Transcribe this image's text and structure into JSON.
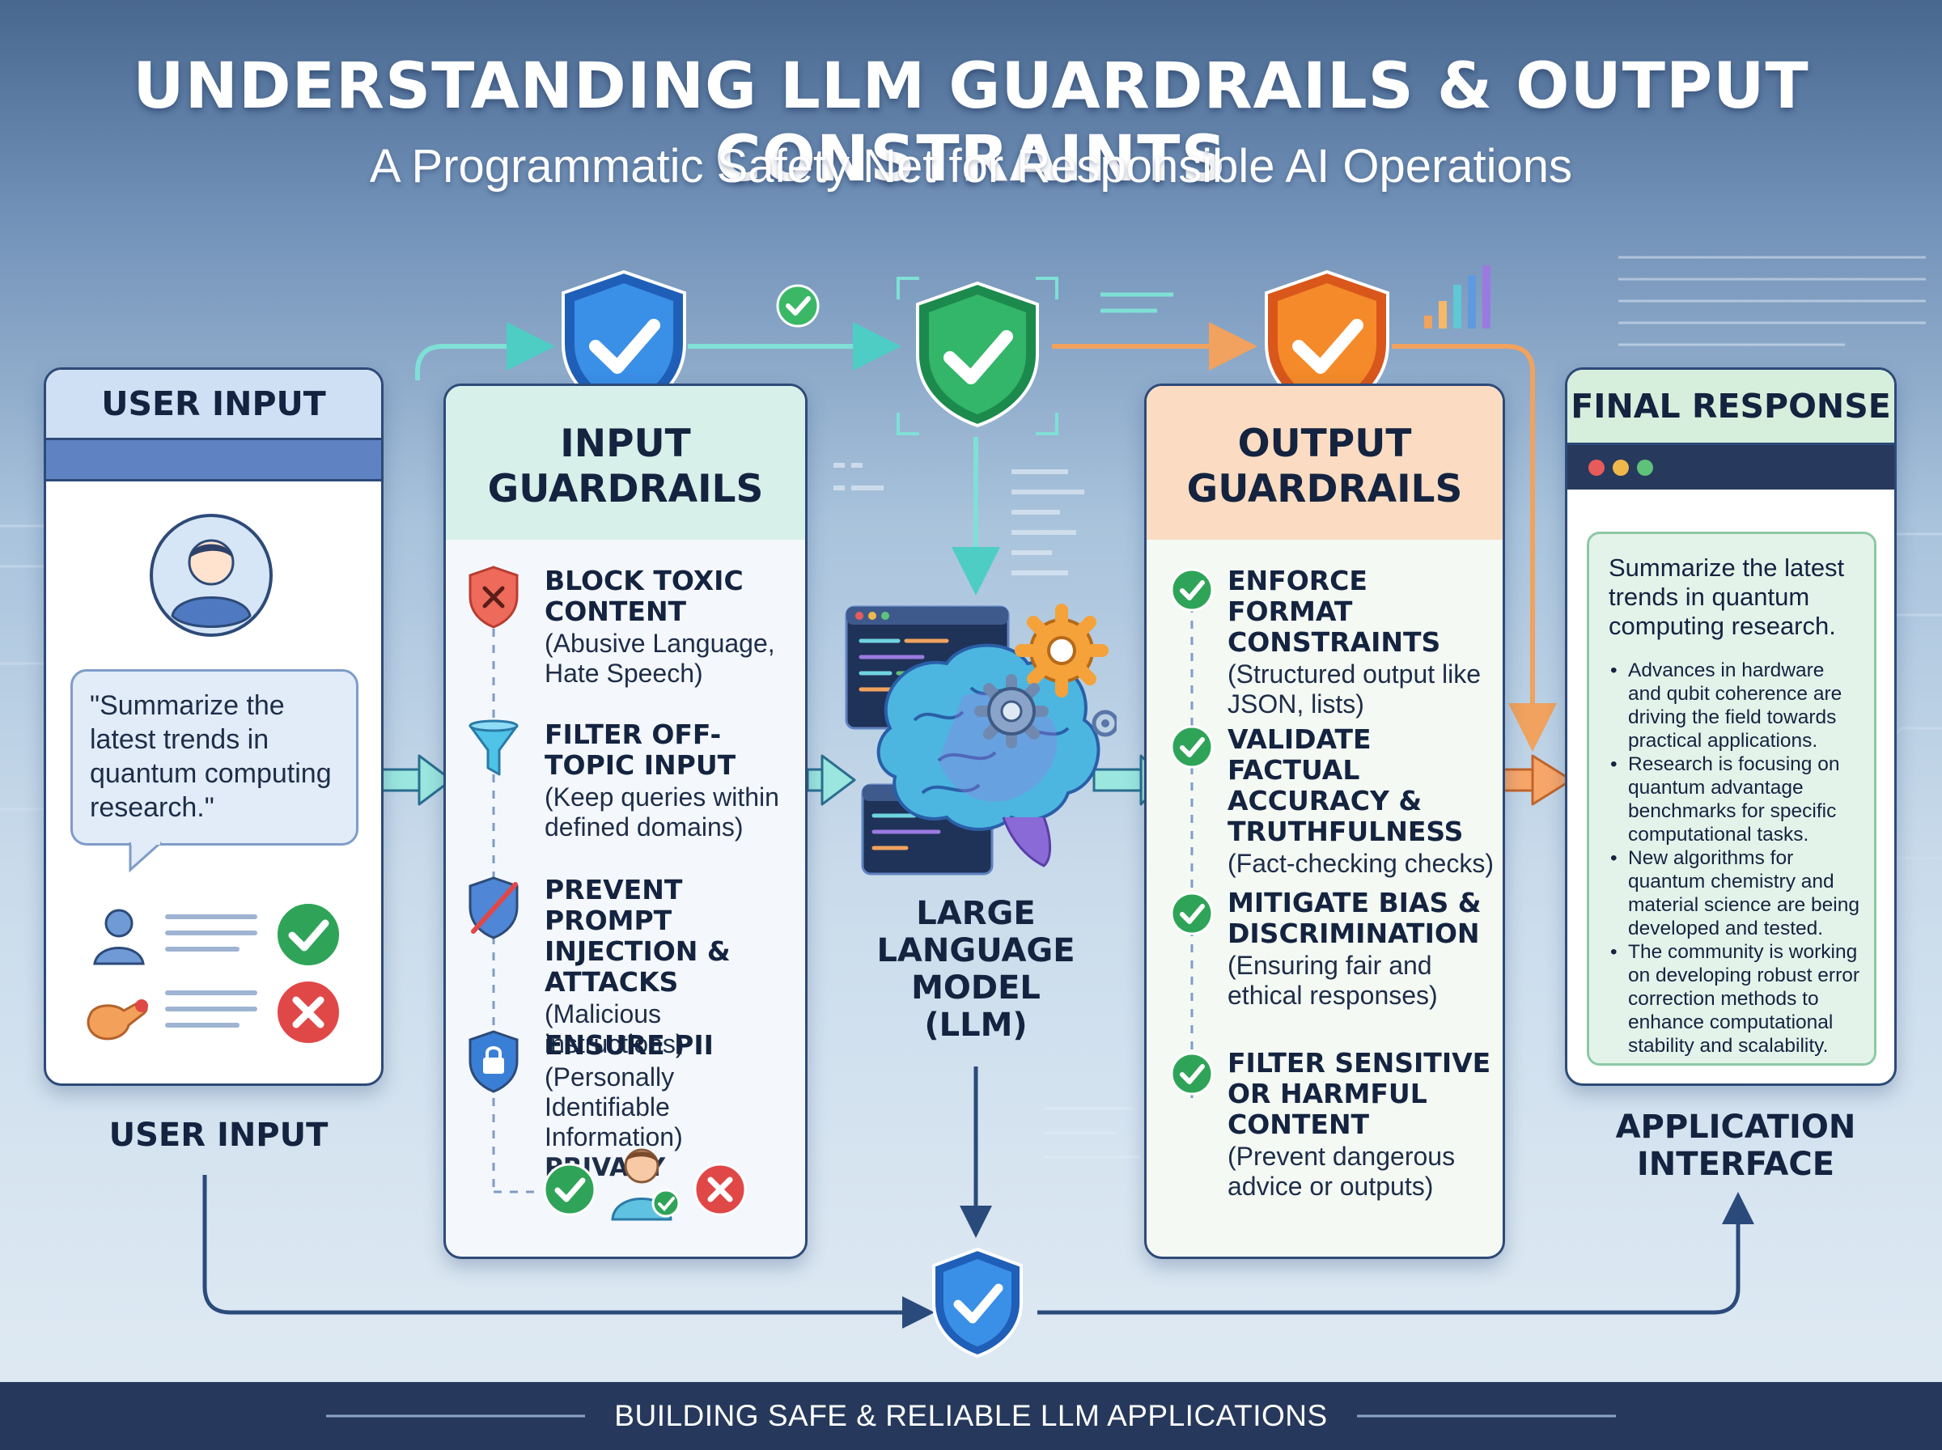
{
  "title": "UNDERSTANDING LLM GUARDRAILS & OUTPUT CONSTRAINTS",
  "subtitle": "A Programmatic Safety Net for Responsible AI Operations",
  "user_input": {
    "header": "USER INPUT",
    "prompt": "\"Summarize the latest trends in quantum computing research.\"",
    "caption": "USER INPUT"
  },
  "input_guardrails": {
    "header": "INPUT GUARDRAILS",
    "items": [
      {
        "icon": "shield-x-icon",
        "title": "BLOCK TOXIC CONTENT",
        "desc": "(Abusive Language, Hate Speech)"
      },
      {
        "icon": "funnel-icon",
        "title": "FILTER OFF-TOPIC INPUT",
        "desc": "(Keep queries within defined domains)"
      },
      {
        "icon": "shield-slash-icon",
        "title": "PREVENT PROMPT INJECTION & ATTACKS",
        "desc": "(Malicious instructions)"
      },
      {
        "icon": "shield-lock-icon",
        "title": "ENSURE PII",
        "desc": "(Personally Identifiable Information)",
        "suffix": "PRIVACY"
      }
    ]
  },
  "llm": {
    "label": "LARGE LANGUAGE MODEL (LLM)"
  },
  "output_guardrails": {
    "header": "OUTPUT GUARDRAILS",
    "items": [
      {
        "icon": "check-circle-icon",
        "title": "ENFORCE FORMAT CONSTRAINTS",
        "desc": "(Structured output like JSON, lists)"
      },
      {
        "icon": "check-circle-icon",
        "title": "VALIDATE FACTUAL ACCURACY & TRUTHFULNESS",
        "desc": "(Fact-checking checks)"
      },
      {
        "icon": "check-circle-icon",
        "title": "MITIGATE BIAS & DISCRIMINATION",
        "desc": "(Ensuring fair and ethical responses)"
      },
      {
        "icon": "check-circle-icon",
        "title": "FILTER SENSITIVE OR HARMFUL CONTENT",
        "desc": "(Prevent dangerous advice or outputs)"
      }
    ]
  },
  "final_response": {
    "header": "FINAL RESPONSE",
    "summary": "Summarize the latest trends in quantum computing research.",
    "bullets": [
      "Advances in hardware and qubit coherence are driving the field towards practical applications.",
      "Research is focusing on quantum advantage benchmarks for specific computational tasks.",
      "New algorithms for quantum chemistry and material science are being developed and tested.",
      "The community is working on developing robust error correction methods to enhance computational stability and scalability."
    ],
    "caption": "APPLICATION INTERFACE"
  },
  "footer": "BUILDING SAFE & RELIABLE LLM APPLICATIONS",
  "colors": {
    "blue_shield": "#2f7fd8",
    "green_shield": "#27a863",
    "orange_shield": "#f07a22",
    "input_header": "#d7f0ea",
    "output_header": "#fbdcc2",
    "final_header": "#d6efdc",
    "user_header": "#cfe0f4",
    "check_green": "#2fa458",
    "cross_red": "#e04848",
    "footer_bg": "#26395c"
  }
}
